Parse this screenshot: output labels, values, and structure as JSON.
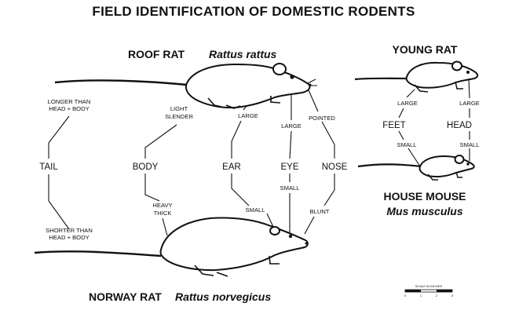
{
  "title": "FIELD IDENTIFICATION OF DOMESTIC RODENTS",
  "roof_rat": {
    "common": "ROOF RAT",
    "scientific": "Rattus rattus"
  },
  "norway_rat": {
    "common": "NORWAY RAT",
    "scientific": "Rattus norvegicus"
  },
  "young_rat": {
    "title": "YOUNG RAT"
  },
  "house_mouse": {
    "common": "HOUSE MOUSE",
    "scientific": "Mus musculus"
  },
  "categories": {
    "tail": "TAIL",
    "body": "BODY",
    "ear": "EAR",
    "eye": "EYE",
    "nose": "NOSE",
    "feet": "FEET",
    "head": "HEAD"
  },
  "descriptors": {
    "tail_long_1": "LONGER THAN",
    "tail_long_2": "HEAD + BODY",
    "tail_short_1": "SHORTER THAN",
    "tail_short_2": "HEAD + BODY",
    "body_light_1": "LIGHT",
    "body_light_2": "SLENDER",
    "body_heavy_1": "HEAVY",
    "body_heavy_2": "THICK",
    "ear_large": "LARGE",
    "ear_small": "SMALL",
    "eye_large": "LARGE",
    "eye_small": "SMALL",
    "nose_pointed": "POINTED",
    "nose_blunt": "BLUNT",
    "feet_large": "LARGE",
    "feet_small": "SMALL",
    "head_large": "LARGE",
    "head_small": "SMALL"
  },
  "scale": {
    "label": "SCALE IN INCHES",
    "ticks": [
      "0",
      "1",
      "2",
      "3"
    ]
  }
}
